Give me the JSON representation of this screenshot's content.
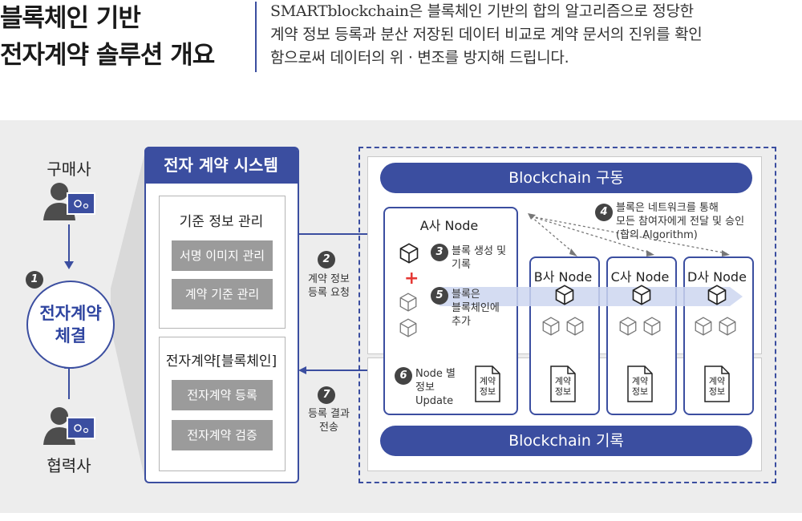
{
  "header": {
    "title_line1": "블록체인 기반",
    "title_line2": "전자계약 솔루션 개요",
    "desc_brand": "SMARTblockchain",
    "desc_line1_rest": "은 블록체인 기반의 합의 알고리즘으로 정당한",
    "desc_line2": "계약 정보 등록과  분산 저장된 데이터 비교로 계약 문서의 진위를 확인",
    "desc_line3": "함으로써 데이터의 위 · 변조를 방지해 드립니다."
  },
  "actors": {
    "buyer": "구매사",
    "partner": "협력사"
  },
  "contract_circle": {
    "line1": "전자계약",
    "line2": "체결",
    "step": "1"
  },
  "system": {
    "title": "전자 계약 시스템",
    "group1": {
      "title": "기준 정보 관리",
      "items": [
        "서명 이미지 관리",
        "계약 기준 관리"
      ]
    },
    "group2": {
      "title": "전자계약[블록체인]",
      "items": [
        "전자계약 등록",
        "전자계약 검증"
      ]
    }
  },
  "steps": {
    "s2": {
      "num": "2",
      "line1": "계약 정보",
      "line2": "등록 요청"
    },
    "s3": {
      "num": "3",
      "line1": "블록 생성 및",
      "line2": "기록"
    },
    "s4": {
      "num": "4",
      "line1": "블록은 네트워크를 통해",
      "line2": "모든 참여자에게 전달 및 승인",
      "line3": "(합의 Algorithm)"
    },
    "s5": {
      "num": "5",
      "line1": "블록은",
      "line2": "블록체인에",
      "line3": "추가"
    },
    "s6": {
      "num": "6",
      "line1": "Node 별",
      "line2": "정보",
      "line3": "Update"
    },
    "s7": {
      "num": "7",
      "line1": "등록 결과",
      "line2": "전송"
    }
  },
  "blockchain": {
    "top_bar": "Blockchain 구동",
    "bottom_bar": "Blockchain 기록"
  },
  "nodes": {
    "a": "A사 Node",
    "b": "B사 Node",
    "c": "C사 Node",
    "d": "D사 Node",
    "doc_line1": "계약",
    "doc_line2": "정보"
  },
  "colors": {
    "accent": "#3b4ea0",
    "gray_button": "#9b9b9b",
    "red_plus": "#e53935",
    "panel": "#ededed"
  }
}
